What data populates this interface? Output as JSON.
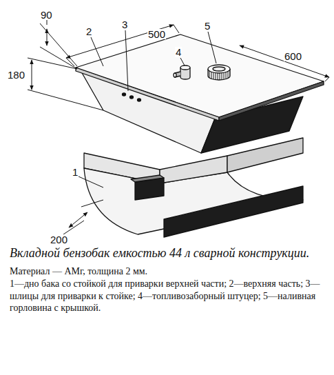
{
  "diagram": {
    "caption": "Вкладной бензобак емкостью 44 л сварной конструкции.",
    "labels": [
      "90",
      "2",
      "3",
      "500",
      "4",
      "5",
      "600",
      "180",
      "1",
      "200",
      "Материал — АМг, толщина 2 мм.",
      "1—дно бака со стойкой для приварки верхней части; 2—верхняя часть; 3—шлицы для приварки к стойке; 4—топливозаборный штуцер; 5—наливная горловина с крышкой."
    ]
  }
}
